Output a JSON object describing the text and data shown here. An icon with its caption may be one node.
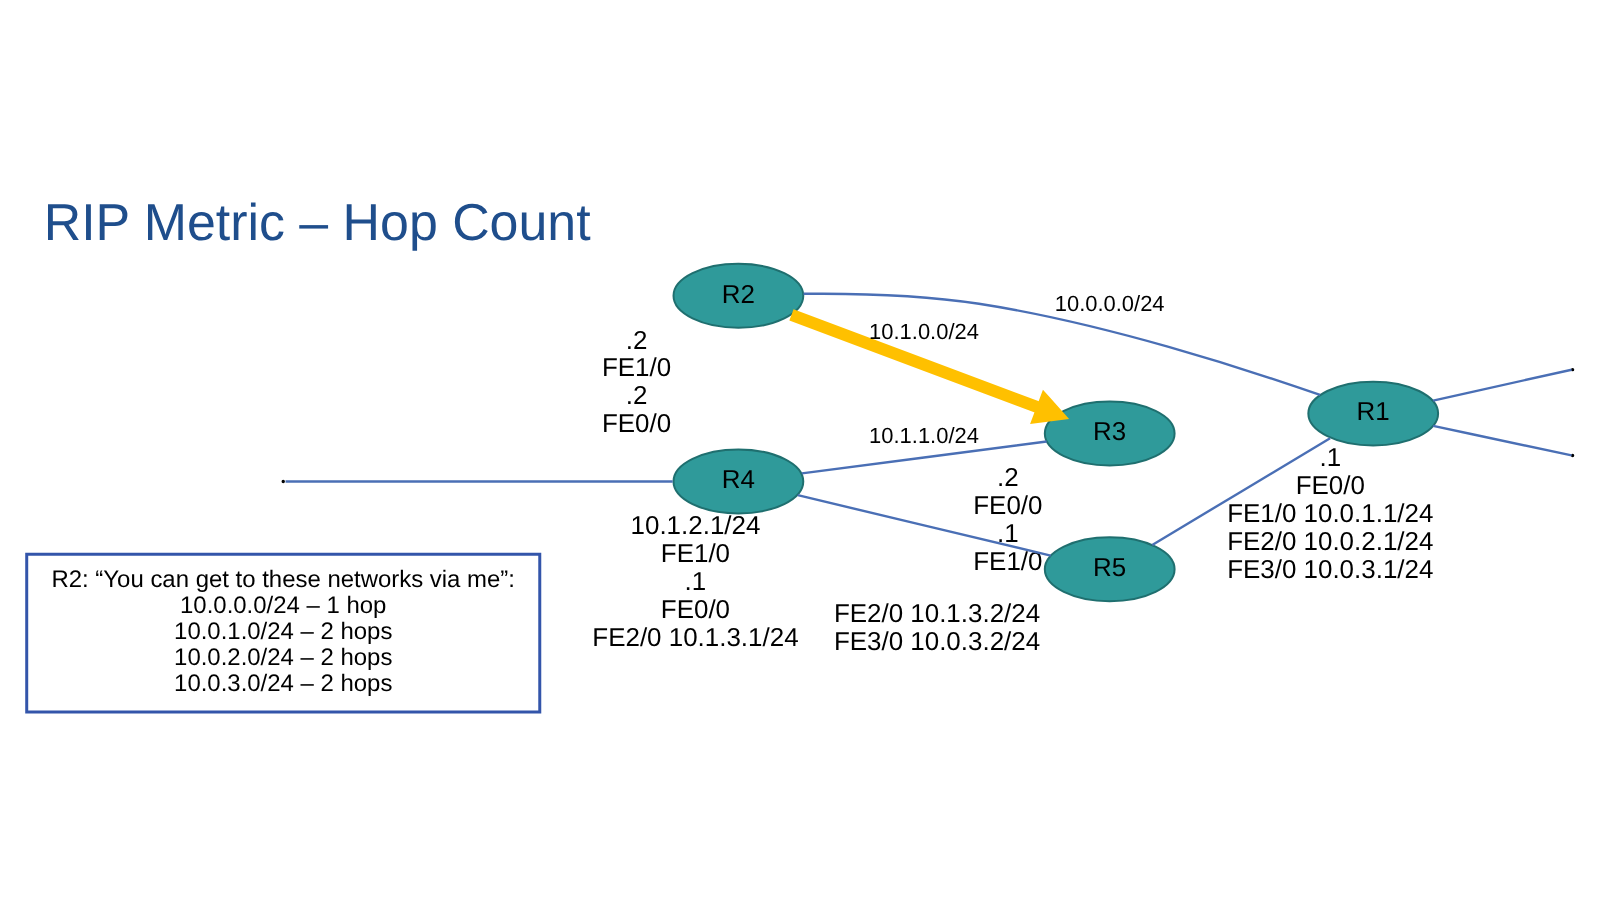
{
  "diagram": {
    "title": "RIP Metric – Hop Count",
    "nodes": [
      {
        "text": [
          "R2: “You can get to these networks via me”:",
          "10.0.0.0/24 – 1 hop",
          "10.0.1.0/24 – 2 hops",
          "10.0.2.0/24 – 2 hops",
          "10.0.3.0/24 – 2 hops"
        ]
      },
      {
        "text": [
          "R4"
        ],
        "beside": [
          "10.1.2.1/24",
          "FE1/0",
          ".1",
          "FE0/0",
          "FE2/0 10.1.3.1/24"
        ]
      },
      {
        "text": [
          "R3"
        ],
        "beside": [
          ".2",
          "FE0/0",
          ".1",
          "FE1/0"
        ]
      },
      {
        "text": [
          "R2"
        ],
        "beside": [
          ".2",
          "FE1/0",
          ".2",
          "FE0/0"
        ]
      },
      {
        "text": [
          "R1"
        ],
        "beside": [
          ".1",
          "FE0/0",
          "FE1/0 10.0.1.1/24",
          "FE2/0 10.0.2.1/24",
          "FE3/0 10.0.3.1/24"
        ]
      },
      {
        "text": [
          "R5"
        ],
        "beside": [
          "FE2/0 10.1.3.2/24",
          "FE3/0 10.0.3.2/24"
        ]
      }
    ],
    "edges": [
      {
        "from": null,
        "to": 1,
        "arrow": "none"
      },
      {
        "from": 1,
        "to": 2,
        "arrow": "none",
        "label": "10.1.1.0/24"
      },
      {
        "from": 3,
        "to": 2,
        "arrow": "to",
        "label": "10.1.0.0/24",
        "style": "thick",
        "color": "#ffc000"
      },
      {
        "from": 3,
        "to": 4,
        "arrow": "none",
        "label": "10.0.0.0/24"
      },
      {
        "from": 4,
        "to": null,
        "arrow": "none"
      },
      {
        "from": 4,
        "to": null,
        "arrow": "none"
      },
      {
        "from": 1,
        "to": 5,
        "arrow": "none"
      },
      {
        "from": 5,
        "to": 4,
        "arrow": "none"
      }
    ]
  }
}
